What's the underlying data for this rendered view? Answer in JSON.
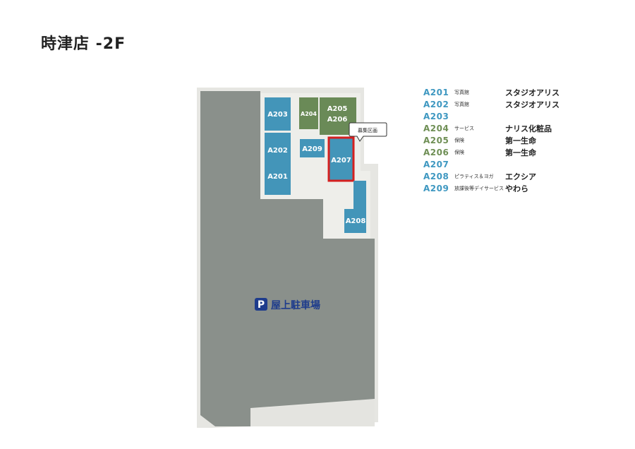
{
  "title": "時津店 -2F",
  "colors": {
    "parking": "#8a908b",
    "outline": "#e6e6e2",
    "floor": "#eeeeea",
    "blue_unit": "#4395b9",
    "green_unit": "#6a8a57",
    "highlight": "#d42020",
    "legend_blue": "#3f98c1",
    "legend_green": "#6f8f55",
    "parking_text": "#1e3c8c"
  },
  "units": {
    "A201": "A201",
    "A202": "A202",
    "A203": "A203",
    "A204": "A204",
    "A205": "A205",
    "A206": "A206",
    "A207": "A207",
    "A208": "A208",
    "A209": "A209"
  },
  "callout": "募集区画",
  "parking": {
    "symbol": "P",
    "label": "屋上駐車場"
  },
  "legend": [
    {
      "id": "A201",
      "category": "写真館",
      "name": "スタジオアリス",
      "color": "blue"
    },
    {
      "id": "A202",
      "category": "写真館",
      "name": "スタジオアリス",
      "color": "blue"
    },
    {
      "id": "A203",
      "category": "",
      "name": "",
      "color": "blue"
    },
    {
      "id": "A204",
      "category": "サービス",
      "name": "ナリス化粧品",
      "color": "green"
    },
    {
      "id": "A205",
      "category": "保険",
      "name": "第一生命",
      "color": "green"
    },
    {
      "id": "A206",
      "category": "保険",
      "name": "第一生命",
      "color": "green"
    },
    {
      "id": "A207",
      "category": "",
      "name": "",
      "color": "blue"
    },
    {
      "id": "A208",
      "category": "ピラティス＆ヨガ",
      "name": "エクシア",
      "color": "blue"
    },
    {
      "id": "A209",
      "category": "放課後等デイサービス",
      "name": "やわら",
      "color": "blue"
    }
  ]
}
